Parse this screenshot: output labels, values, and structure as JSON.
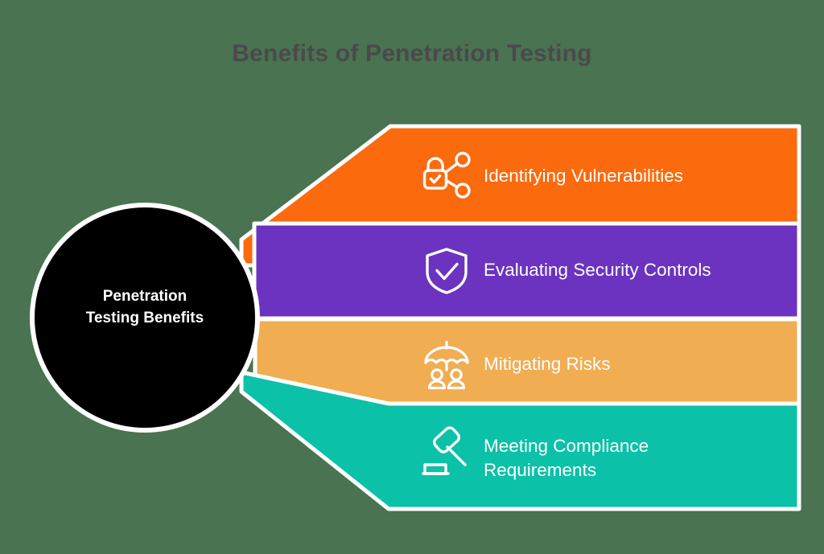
{
  "title": "Benefits of Penetration Testing",
  "background_color": "#4a7351",
  "title_color": "#4a4a4a",
  "hub": {
    "label": "Penetration\nTesting Benefits",
    "line1": "Penetration",
    "line2": "Testing Benefits",
    "fill_color": "#000000",
    "border_color": "#ffffff",
    "text_color": "#ffffff"
  },
  "bands": [
    {
      "label": "Identifying Vulnerabilities",
      "color": "#fb6a0d",
      "icon": "lock-share-icon",
      "text_color": "#ffffff"
    },
    {
      "label": "Evaluating Security Controls",
      "color": "#6b33c0",
      "icon": "shield-check-icon",
      "text_color": "#ffffff"
    },
    {
      "label": "Mitigating Risks",
      "color": "#f0ad52",
      "icon": "umbrella-people-icon",
      "text_color": "#ffffff"
    },
    {
      "label": "Meeting Compliance\nRequirements",
      "color": "#0bc1a7",
      "icon": "gavel-icon",
      "text_color": "#ffffff"
    }
  ]
}
